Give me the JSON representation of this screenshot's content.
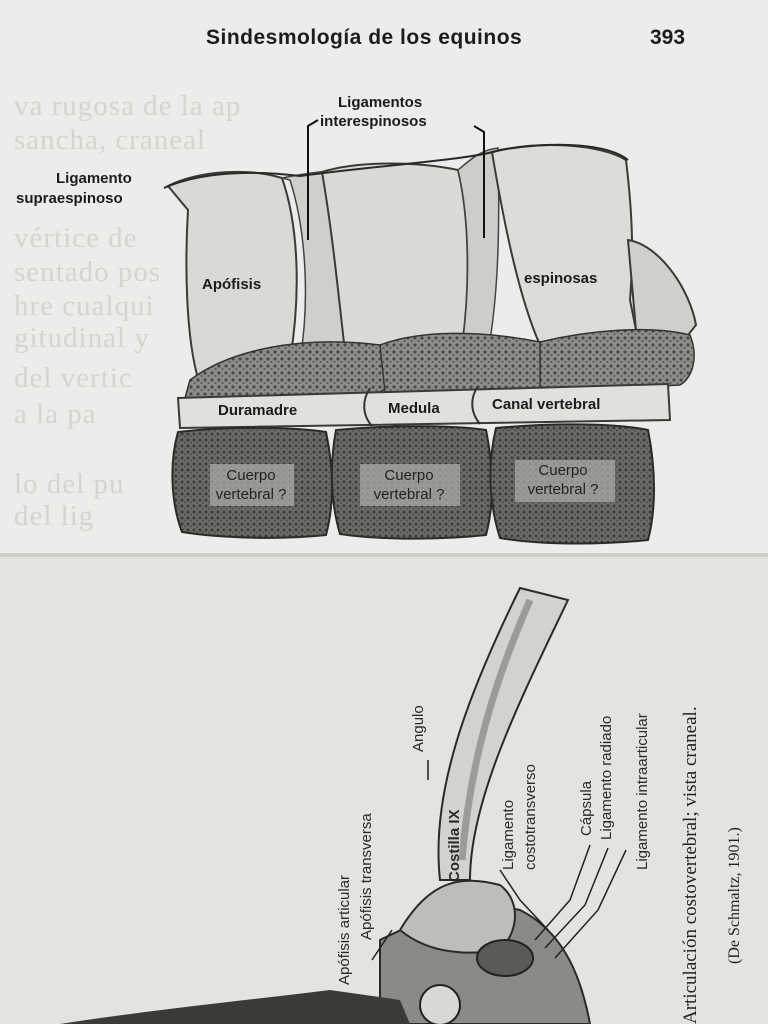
{
  "page": {
    "header": "Sindesmología de los equinos",
    "page_number": "393"
  },
  "ghost_text": [
    "va rugosa de la ap",
    "sancha, craneal",
    "vértice de",
    "sentado pos",
    "hre cualqui",
    "gitudinal y",
    "del vertic",
    "a la pa",
    "lo del pu",
    "del lig"
  ],
  "figure_top": {
    "labels": {
      "ligamento_supraespinoso_1": "Ligamento",
      "ligamento_supraespinoso_2": "supraespinoso",
      "interespinosos_1": "Ligamentos",
      "interespinosos_2": "interespinosos",
      "apofisis": "Apófisis",
      "espinosas": "espinosas",
      "duramadre": "Duramadre",
      "medula": "Medula",
      "canal_vertebral": "Canal vertebral",
      "cuerpo": "Cuerpo",
      "vertebral": "vertebral ?"
    }
  },
  "figure_bottom": {
    "labels": {
      "apofisis_articular": "Apófisis articular",
      "apofisis_transversa": "Apófisis transversa",
      "angulo": "Angulo",
      "costilla": "Costilla IX",
      "ligamento_costotransverso_1": "Ligamento",
      "ligamento_costotransverso_2": "costotransverso",
      "capsula": "Cápsula",
      "ligamento_radiado": "Ligamento radiado",
      "ligamento_intraarticular": "Ligamento intraarticular"
    },
    "caption_1": "Articulación costovertebral; vista craneal.",
    "caption_2": "(De Schmaltz, 1901.)"
  }
}
